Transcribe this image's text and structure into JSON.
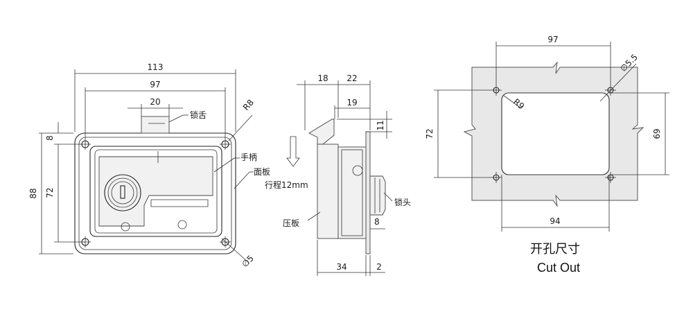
{
  "front_view": {
    "dim_overall_width": "113",
    "dim_inner_width": "97",
    "dim_tongue_width": "20",
    "dim_overall_height": "88",
    "dim_inner_height": "72",
    "dim_top_offset": "8",
    "dim_corner_radius": "R8",
    "dim_hole_dia": "∅5",
    "label_tongue": "锁舌",
    "label_handle": "手柄",
    "label_face_plate": "面板"
  },
  "side_view": {
    "dim_18": "18",
    "dim_22": "22",
    "dim_19": "19",
    "dim_11": "11",
    "dim_8": "8",
    "dim_34": "34",
    "dim_2": "2",
    "label_stroke": "行程12mm",
    "label_cylinder": "锁头",
    "label_clamp_plate": "压板"
  },
  "cutout": {
    "dim_top_97": "97",
    "dim_bottom_94": "94",
    "dim_left_72": "72",
    "dim_right_69": "69",
    "dim_radius": "R9",
    "dim_hole_dia": "∅5.5",
    "caption_cn": "开孔尺寸",
    "caption_en": "Cut Out"
  },
  "colors": {
    "line": "#222222",
    "plate_fill": "#e8e8e8"
  }
}
